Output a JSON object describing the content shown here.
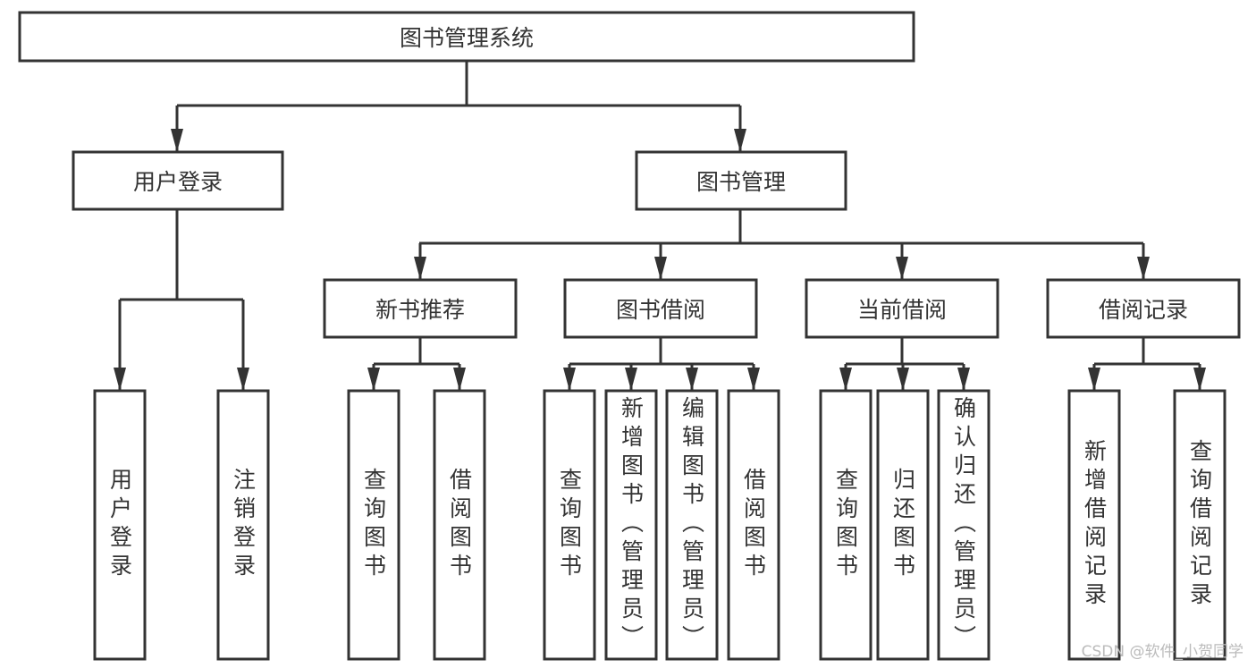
{
  "diagram": {
    "type": "tree",
    "root": {
      "label": "图书管理系统",
      "children": [
        {
          "label": "用户登录",
          "children": [
            {
              "label": "用户登录"
            },
            {
              "label": "注销登录"
            }
          ]
        },
        {
          "label": "图书管理",
          "children": [
            {
              "label": "新书推荐",
              "children": [
                {
                  "label": "查询图书"
                },
                {
                  "label": "借阅图书"
                }
              ]
            },
            {
              "label": "图书借阅",
              "children": [
                {
                  "label": "查询图书"
                },
                {
                  "label": "新增图书（管理员）"
                },
                {
                  "label": "编辑图书（管理员）"
                },
                {
                  "label": "借阅图书"
                }
              ]
            },
            {
              "label": "当前借阅",
              "children": [
                {
                  "label": "查询图书"
                },
                {
                  "label": "归还图书"
                },
                {
                  "label": "确认归还（管理员）"
                }
              ]
            },
            {
              "label": "借阅记录",
              "children": [
                {
                  "label": "新增借阅记录"
                },
                {
                  "label": "查询借阅记录"
                }
              ]
            }
          ]
        }
      ]
    },
    "colors": {
      "stroke": "#333333",
      "background": "#ffffff"
    }
  },
  "watermark": "CSDN @软件_小贺同学"
}
